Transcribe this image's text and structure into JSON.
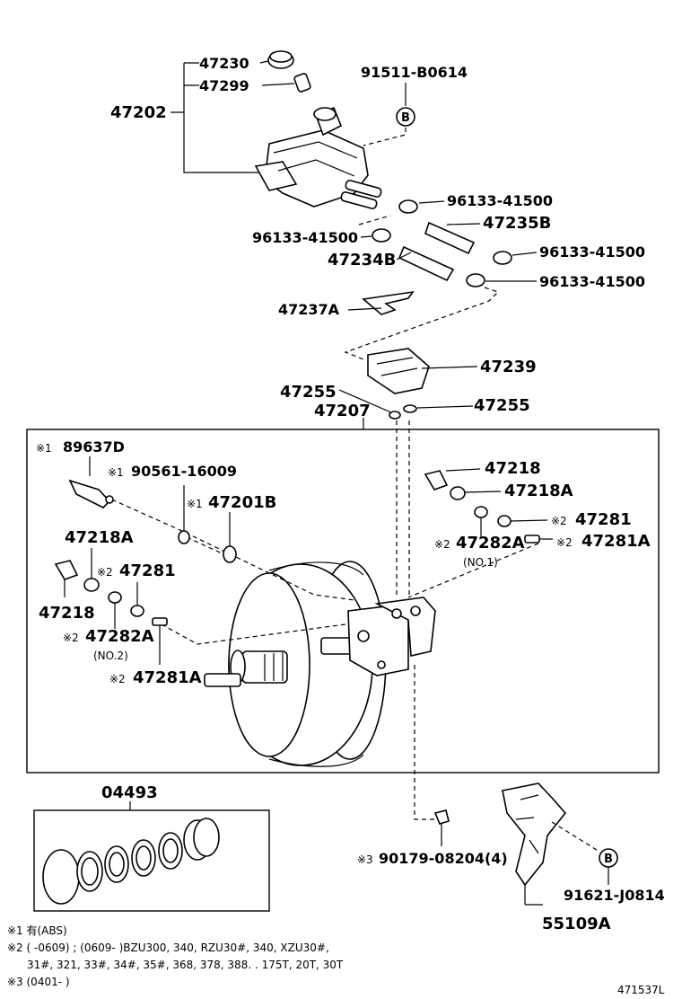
{
  "labels": {
    "p47230": "47230",
    "p47299": "47299",
    "p47202": "47202",
    "p91511": "91511-B0614",
    "bA": "B",
    "p96133a": "96133-41500",
    "p47235b": "47235B",
    "p96133b": "96133-41500",
    "p96133c": "96133-41500",
    "p47234b": "47234B",
    "p96133d": "96133-41500",
    "p47237a": "47237A",
    "p47239": "47239",
    "p47255a": "47255",
    "p47255b": "47255",
    "p47207": "47207",
    "p89637d": "89637D",
    "p90561": "90561-16009",
    "p47201b": "47201B",
    "p47218r": "47218",
    "p47218ar": "47218A",
    "p47281r": "47281",
    "p47282ar": "47282A",
    "p47281ar": "47281A",
    "no1": "(NO.1)",
    "p47218al": "47218A",
    "p47281l": "47281",
    "p47218l": "47218",
    "p47282al": "47282A",
    "no2": "(NO.2)",
    "p47281al": "47281A",
    "p04493": "04493",
    "p90179": "90179-08204(4)",
    "bB": "B",
    "p91621": "91621-J0814",
    "p55109a": "55109A",
    "m1": "※1",
    "m2": "※2",
    "m3": "※3",
    "m1s": "※1",
    "m2s": "※2",
    "m2t": "※2",
    "m2u": "※2",
    "m2v": "※2",
    "m2w": "※2",
    "m2x": "※2",
    "m1u": "※1",
    "m1v": "※1"
  },
  "notes": {
    "n1": "※1 有(ABS)",
    "n2a": "※2 (       -0609) ; (0609-        )BZU300, 340, RZU30#, 340, XZU30#,",
    "n2b": "31#, 321, 33#, 34#, 35#, 368, 378, 388. . 175T, 20T, 30T",
    "n3": "※3 (0401-        )",
    "code": "471537L"
  }
}
